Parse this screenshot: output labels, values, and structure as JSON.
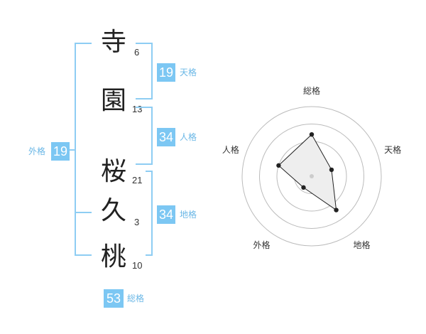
{
  "characters": [
    {
      "char": "寺",
      "strokes": "6"
    },
    {
      "char": "園",
      "strokes": "13"
    },
    {
      "char": "桜",
      "strokes": "21"
    },
    {
      "char": "久",
      "strokes": "3"
    },
    {
      "char": "桃",
      "strokes": "10"
    }
  ],
  "fortunes": {
    "tenkaku": {
      "value": "19",
      "label": "天格"
    },
    "jinkaku": {
      "value": "34",
      "label": "人格"
    },
    "chikaku": {
      "value": "34",
      "label": "地格"
    },
    "gaikaku": {
      "value": "19",
      "label": "外格"
    },
    "soukaku": {
      "value": "53",
      "label": "総格"
    }
  },
  "radar": {
    "axes": [
      "総格",
      "天格",
      "地格",
      "外格",
      "人格"
    ],
    "values": [
      0.6,
      0.3,
      0.6,
      0.2,
      0.5
    ],
    "colors": {
      "ring": "#bbbbbb",
      "fill": "#eeeeee",
      "line": "#222222"
    }
  }
}
